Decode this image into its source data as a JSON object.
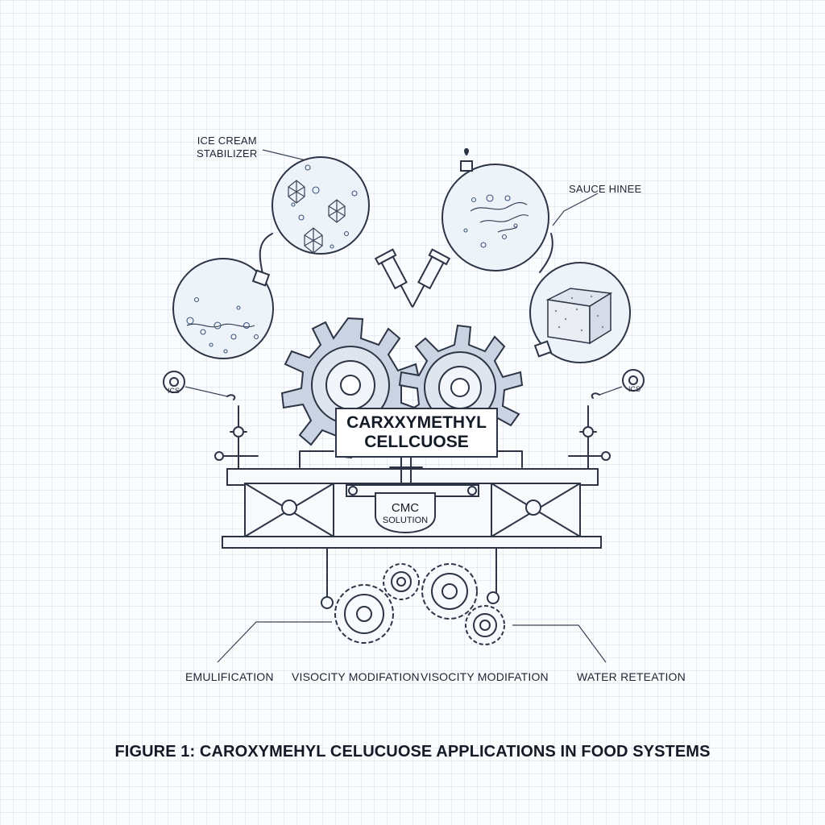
{
  "labels": {
    "ice_cream_stabilizer": [
      "ICE CREAM",
      "STABILIZER"
    ],
    "sauce_thickener": "SAUCE HINEE",
    "left_gauge": "ICS",
    "right_gauge": "ICS"
  },
  "center": {
    "banner_line1": "CARXXYMETHYL",
    "banner_line2": "CELLCUOSE",
    "tank_line1": "CMC",
    "tank_line2": "SOLUTION"
  },
  "functions": [
    "EMULIFICATION",
    "VISOCITY MODIFATION",
    "VISOCITY MODIFATION",
    "WATER RETEATION"
  ],
  "caption": "FIGURE 1: CAROXYMEHYL CELUCUOSE APPLICATIONS IN FOOD SYSTEMS"
}
